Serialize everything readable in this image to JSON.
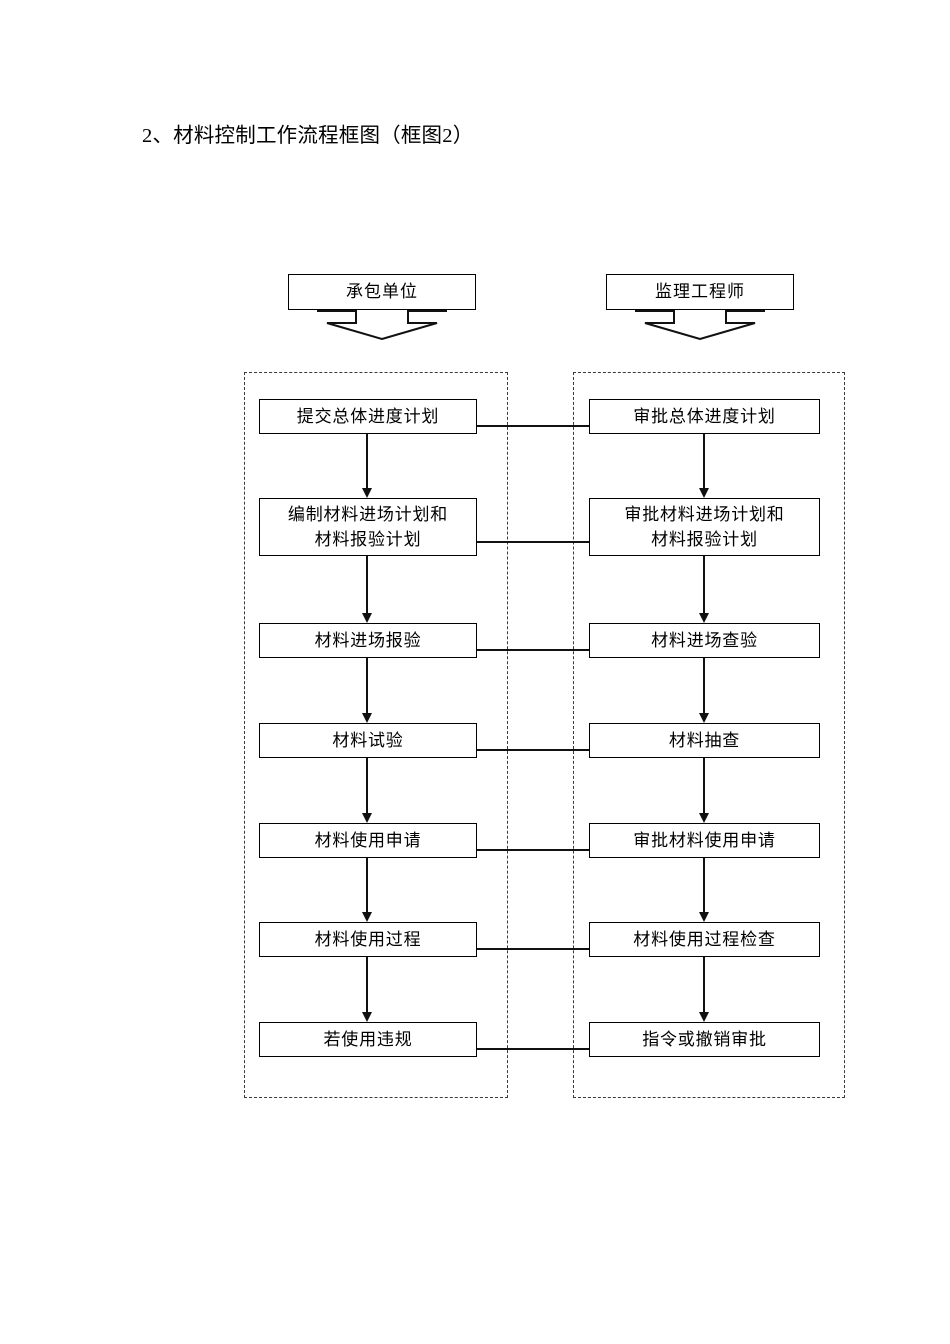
{
  "document": {
    "title": "2、材料控制工作流程框图（框图2）"
  },
  "diagram": {
    "type": "swimlane-flowchart",
    "lanes": [
      {
        "id": "contractor",
        "header": "承包单位"
      },
      {
        "id": "supervisor",
        "header": "监理工程师"
      }
    ],
    "rows": [
      {
        "left": "提交总体进度计划",
        "right": "审批总体进度计划",
        "linked": true
      },
      {
        "left": "编制材料进场计划和\n材料报验计划",
        "right": "审批材料进场计划和\n材料报验计划",
        "linked": true
      },
      {
        "left": "材料进场报验",
        "right": "材料进场查验",
        "linked": true
      },
      {
        "left": "材料试验",
        "right": "材料抽查",
        "linked": true
      },
      {
        "left": "材料使用申请",
        "right": "审批材料使用申请",
        "linked": true
      },
      {
        "left": "材料使用过程",
        "right": "材料使用过程检查",
        "linked": true
      },
      {
        "left": "若使用违规",
        "right": "指令或撤销审批",
        "linked": true
      }
    ],
    "colors": {
      "stroke": "#000000",
      "lane_border": "#3a3a3a",
      "background": "#ffffff",
      "text": "#000000"
    }
  }
}
